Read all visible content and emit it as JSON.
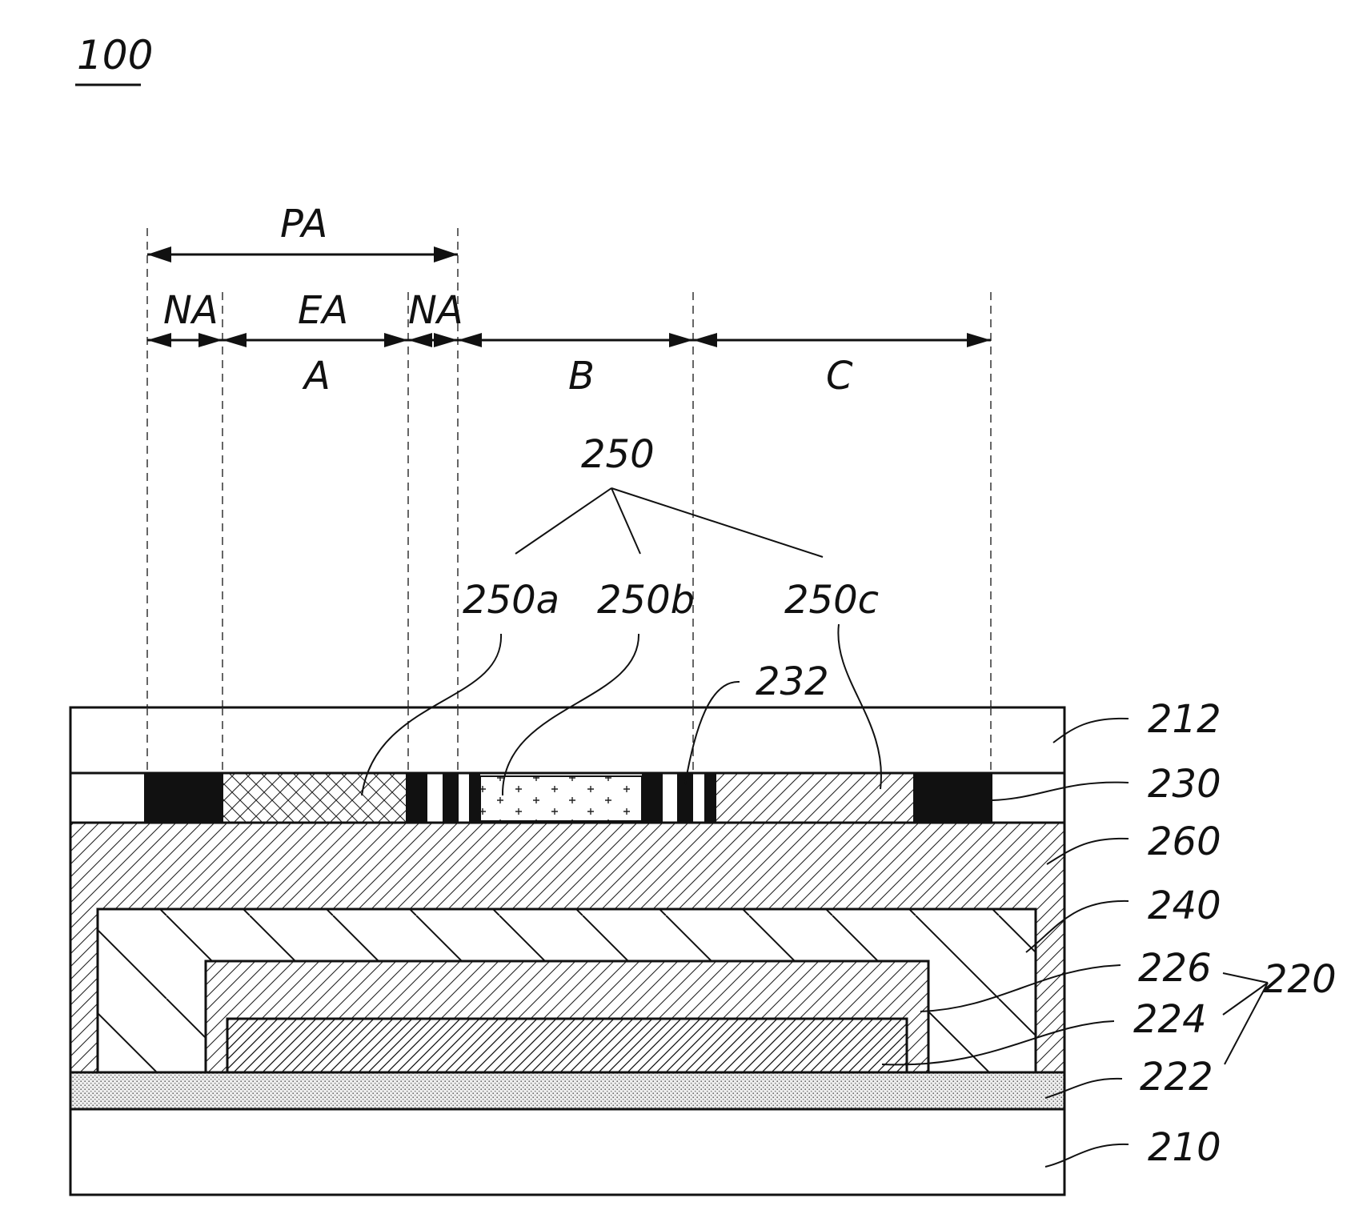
{
  "figure": {
    "number": "100",
    "regions": {
      "pa": "PA",
      "na_left": "NA",
      "ea": "EA",
      "na_right": "NA",
      "a": "A",
      "b": "B",
      "c": "C"
    },
    "refs": {
      "r250": "250",
      "r250a": "250a",
      "r250b": "250b",
      "r250c": "250c",
      "r232": "232",
      "r212": "212",
      "r230": "230",
      "r260": "260",
      "r240": "240",
      "r226": "226",
      "r224": "224",
      "r222": "222",
      "r220": "220",
      "r210": "210"
    }
  }
}
